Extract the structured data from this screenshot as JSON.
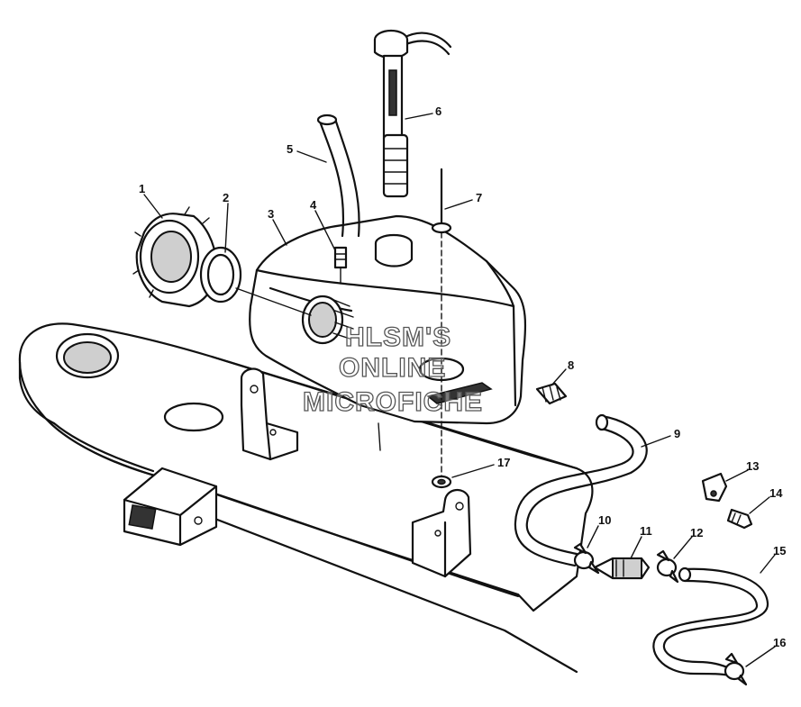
{
  "callouts": [
    "1",
    "2",
    "3",
    "4",
    "5",
    "6",
    "7",
    "8",
    "9",
    "10",
    "11",
    "12",
    "13",
    "14",
    "15",
    "16",
    "17"
  ],
  "watermark": {
    "line1": "HLSM'S",
    "line2": "ONLINE",
    "line3": "MICROFICHE"
  }
}
